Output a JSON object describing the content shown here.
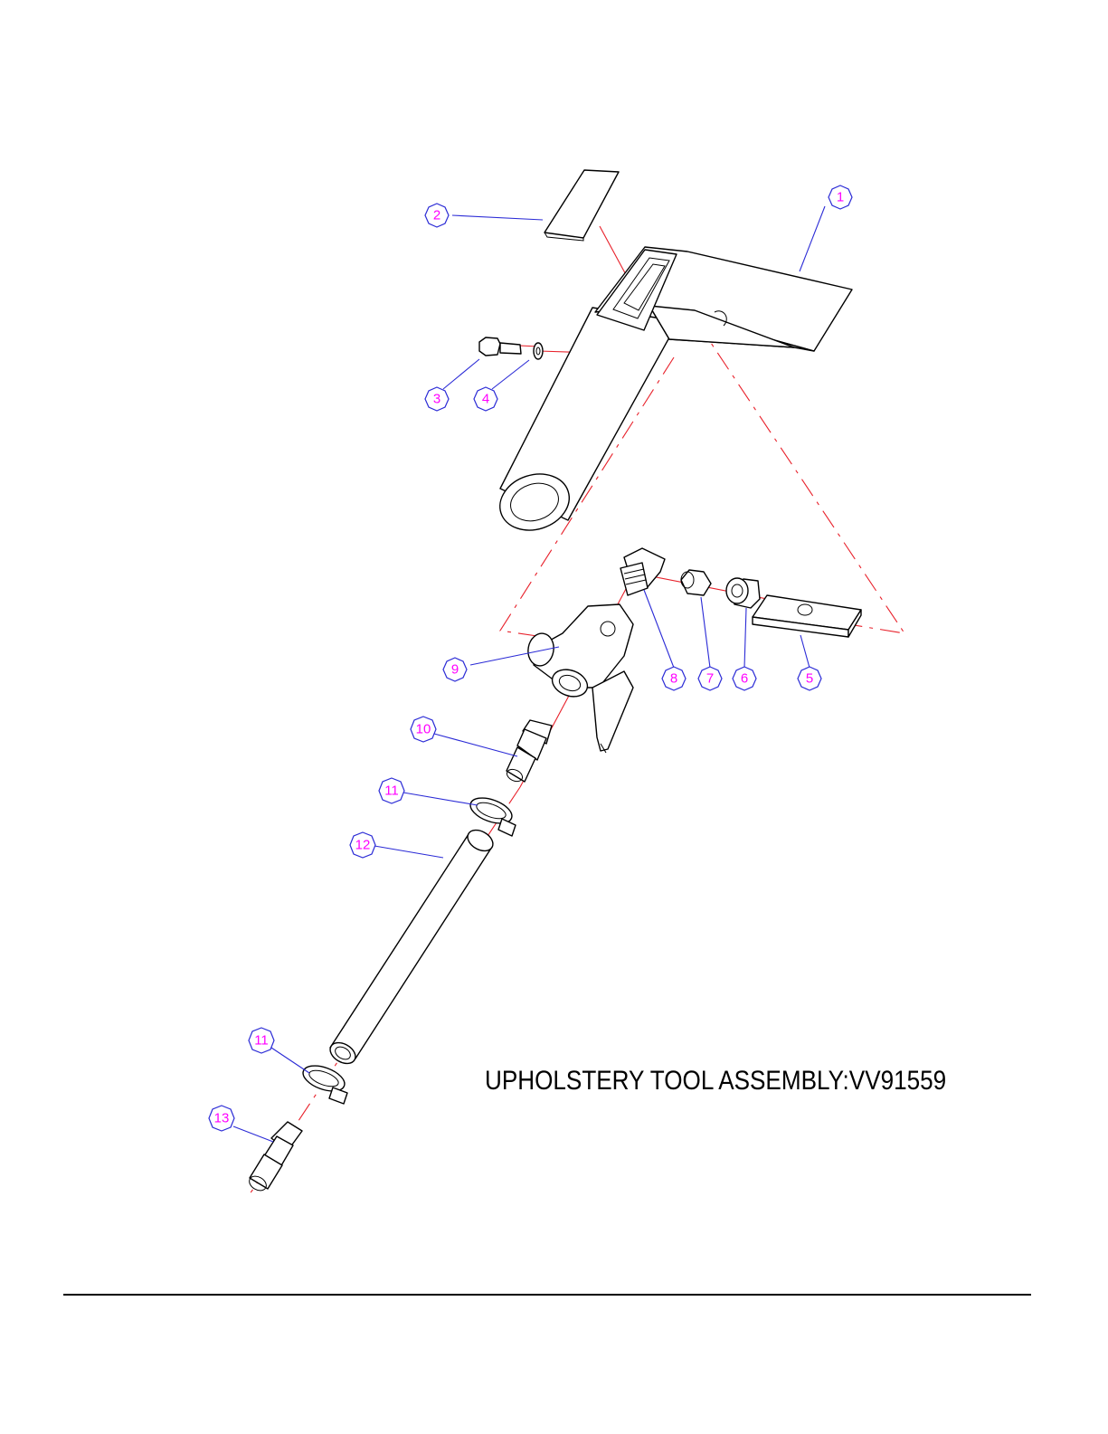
{
  "title": "UPHOLSTERY TOOL ASSEMBLY:VV91559",
  "callouts": [
    "1",
    "2",
    "3",
    "4",
    "5",
    "6",
    "7",
    "8",
    "9",
    "10",
    "11",
    "12",
    "11",
    "13"
  ],
  "colors": {
    "outline": "#000000",
    "axis_line": "#e8202a",
    "leader_line": "#2b2bd6",
    "callout_text": "#ff00ff"
  }
}
